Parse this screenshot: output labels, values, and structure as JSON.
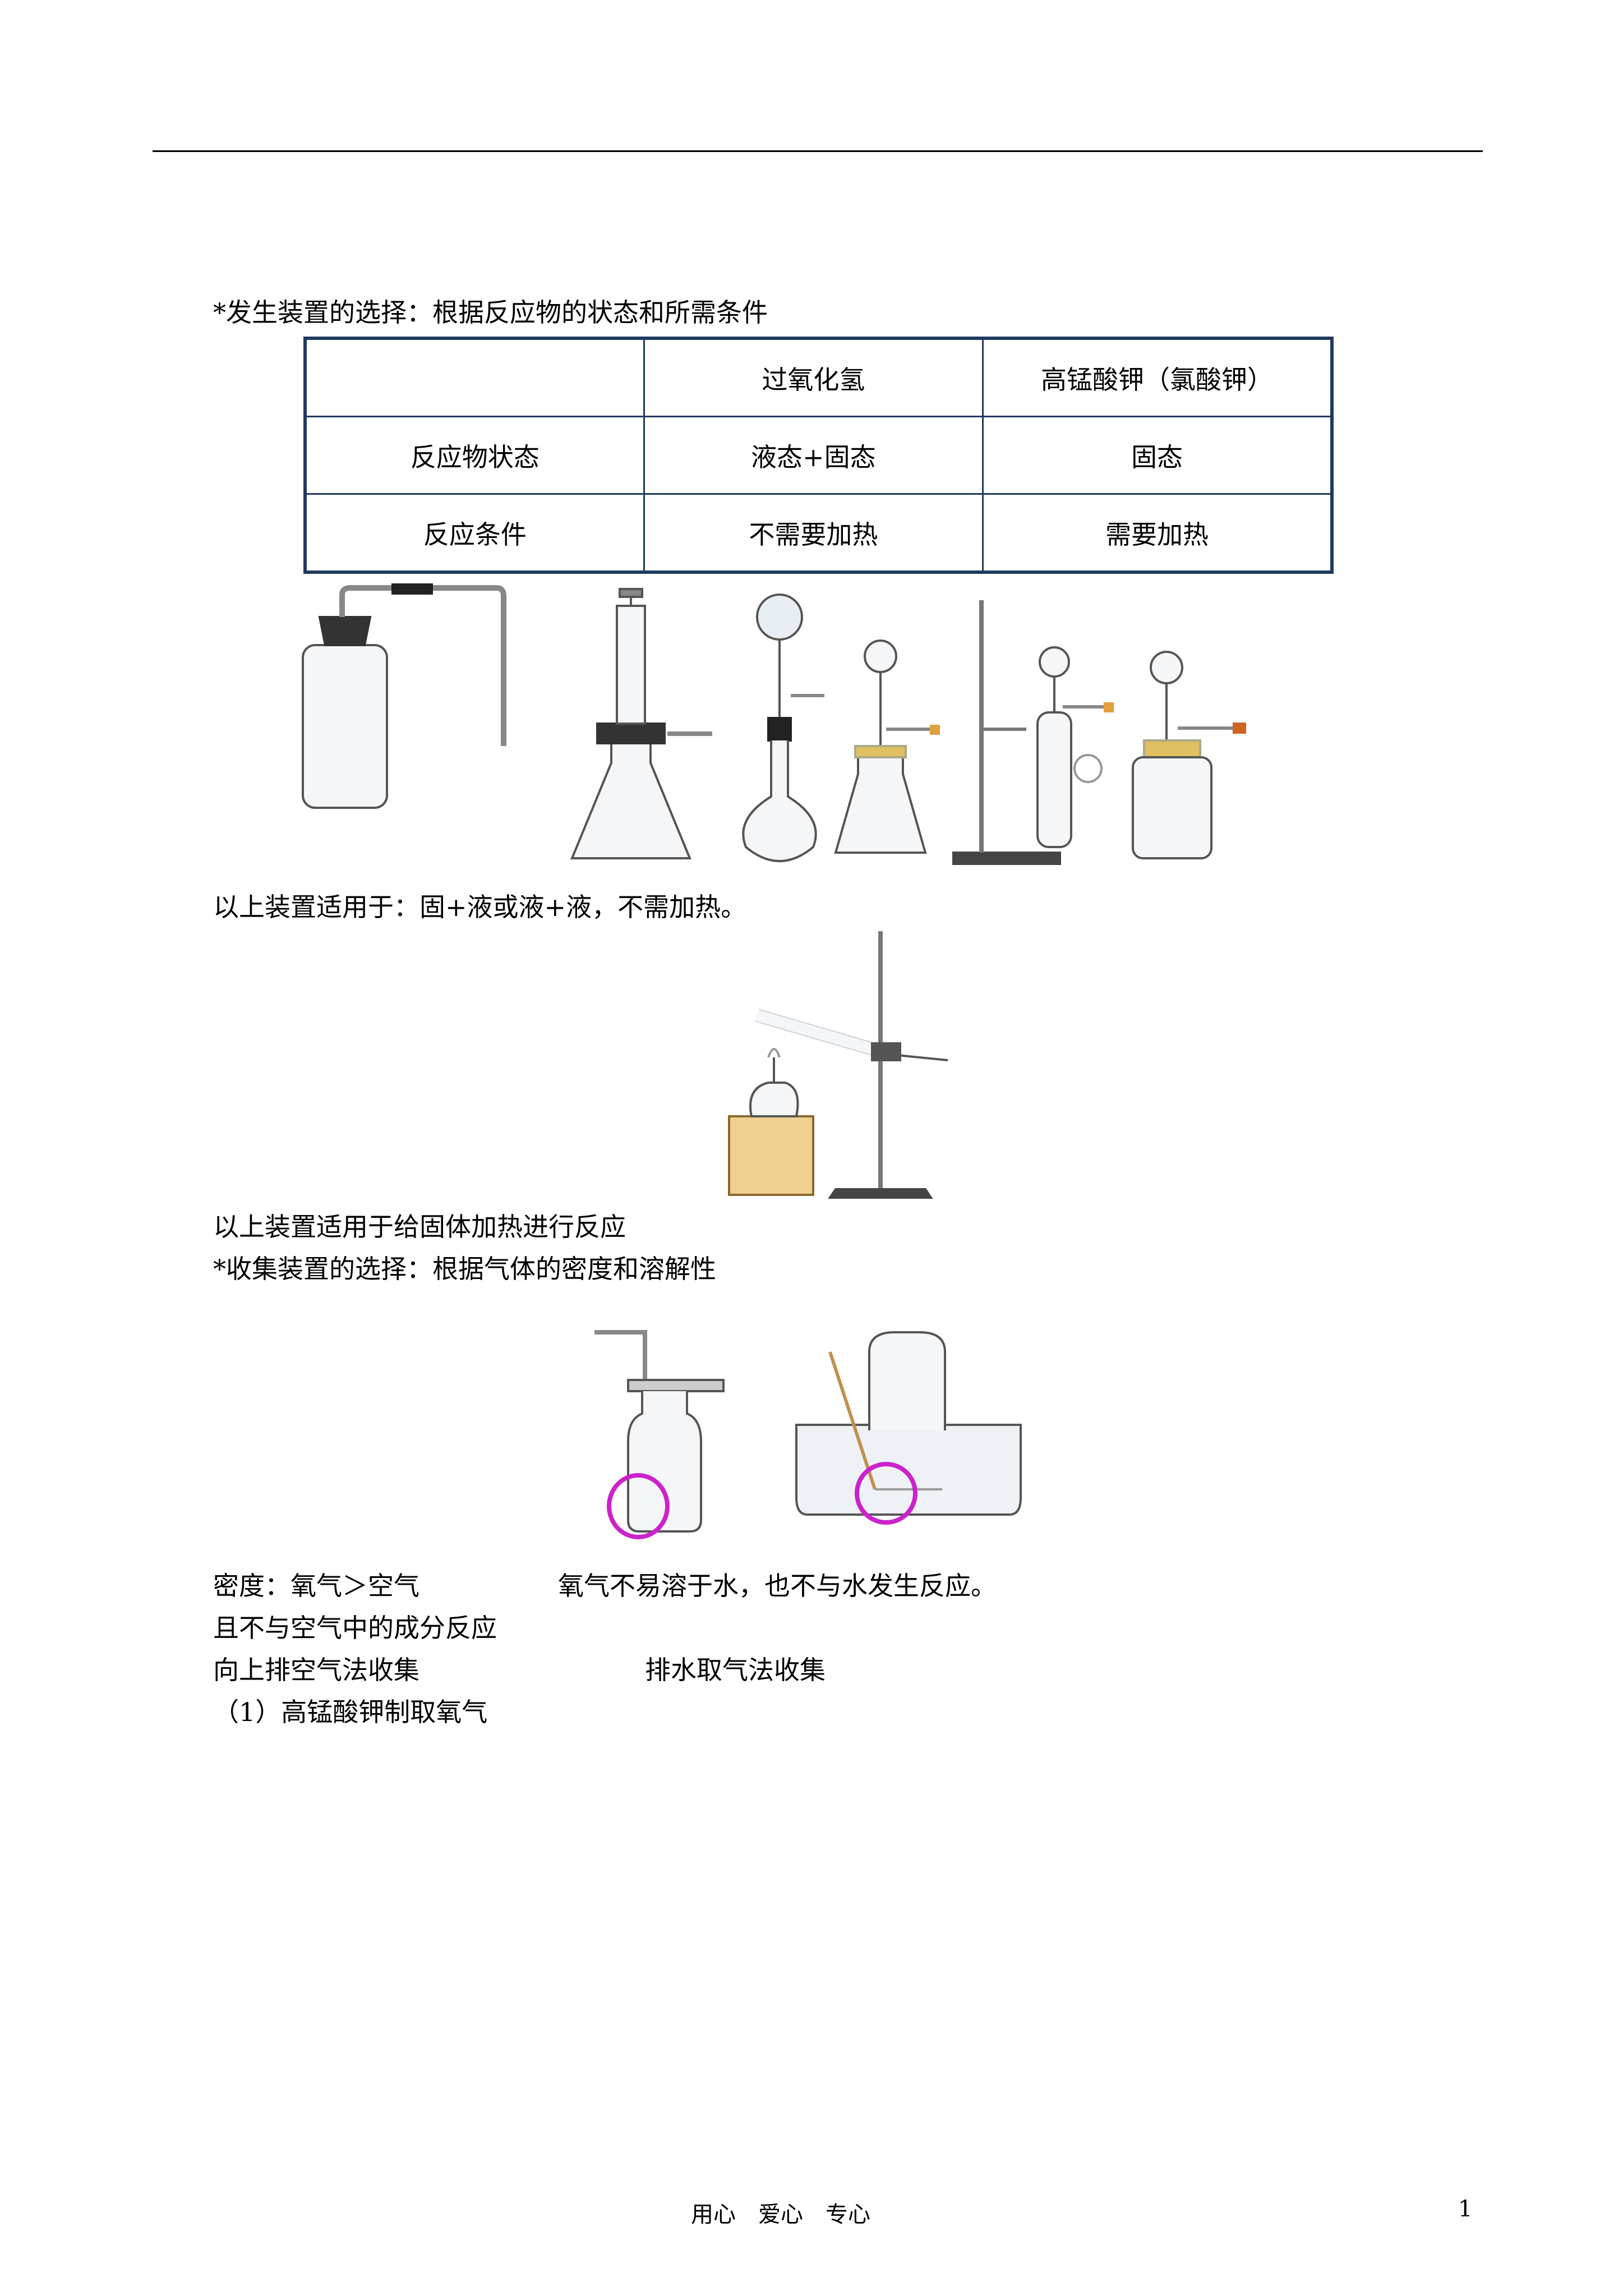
{
  "heading_generation": "*发生装置的选择：根据反应物的状态和所需条件",
  "table": {
    "header": [
      "",
      "过氧化氢",
      "高锰酸钾（氯酸钾）"
    ],
    "rows": [
      [
        "反应物状态",
        "液态+固态",
        "固态"
      ],
      [
        "反应条件",
        "不需要加热",
        "需要加热"
      ]
    ]
  },
  "caption_liquid": "以上装置适用于：固+液或液+液，不需加热。",
  "caption_solid": "以上装置适用于给固体加热进行反应",
  "heading_collection": "*收集装置的选择：根据气体的密度和溶解性",
  "density_line": "密度：氧气＞空气",
  "water_line": "氧气不易溶于水，也不与水发生反应。",
  "air_reaction_line": "且不与空气中的成分反应",
  "upward_method": "向上排空气法收集",
  "water_method": "排水取气法收集",
  "kmno4_heading": "（1）高锰酸钾制取氧气",
  "footer": {
    "center": "用心　爱心　专心",
    "page_number": "1"
  },
  "colors": {
    "table_border": "#1f3a60",
    "highlight_circle": "#cc22cc",
    "rubber": "#222222",
    "stopper_orange": "#e0a040",
    "wood_block": "#f0d090"
  }
}
